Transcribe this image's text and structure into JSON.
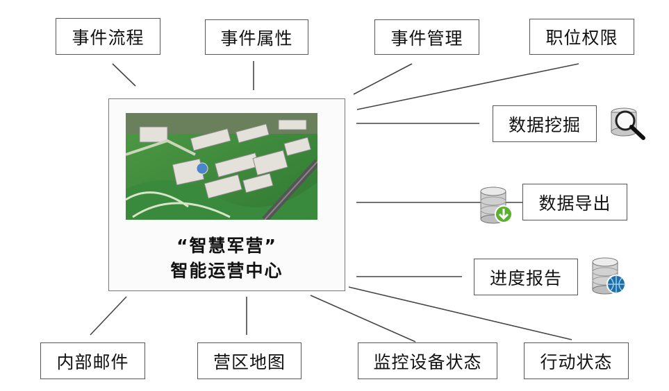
{
  "center": {
    "title_line1": "“智慧军营”",
    "title_line2": "智能运营中心",
    "image": "campus-aerial-view"
  },
  "nodes": {
    "event_flow": "事件流程",
    "event_attributes": "事件属性",
    "event_management": "事件管理",
    "position_permissions": "职位权限",
    "data_mining": "数据挖掘",
    "data_export": "数据导出",
    "progress_report": "进度报告",
    "internal_mail": "内部邮件",
    "camp_map": "营区地图",
    "monitoring_device_status": "监控设备状态",
    "action_status": "行动状态"
  },
  "icons": {
    "data_mining": "magnifier-database-icon",
    "data_export": "database-download-icon",
    "progress_report": "database-globe-icon"
  },
  "colors": {
    "border": "#555555",
    "line": "#444444",
    "grass": "#3d8a3a",
    "export_arrow": "#5cb030",
    "globe": "#1f6ea8"
  }
}
